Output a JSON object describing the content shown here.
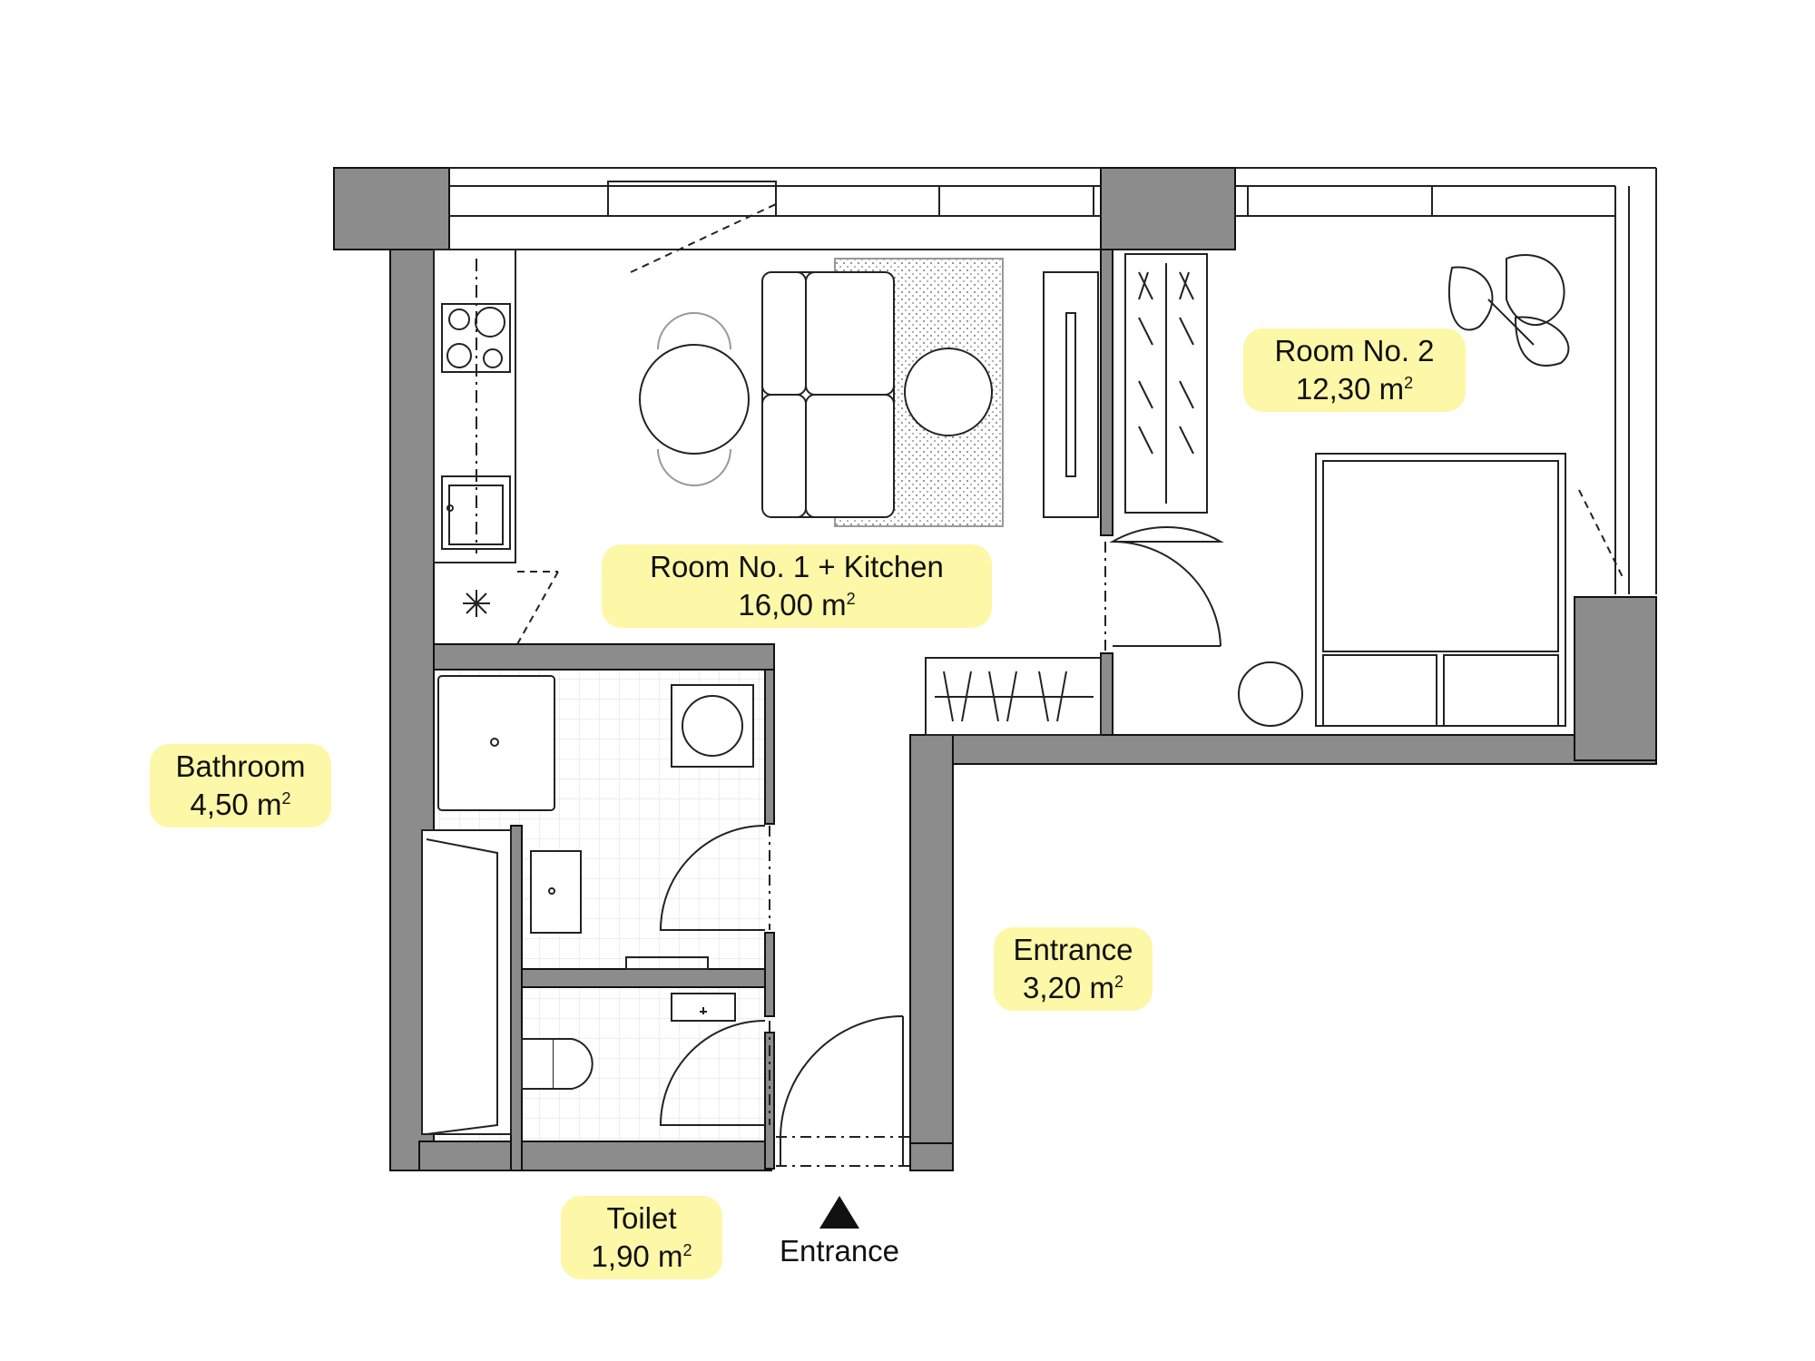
{
  "rooms": [
    {
      "id": "room1",
      "name": "Room No. 1 + Kitchen",
      "area": "16,00 m",
      "unit_sup": "2"
    },
    {
      "id": "room2",
      "name": "Room No. 2",
      "area": "12,30 m",
      "unit_sup": "2"
    },
    {
      "id": "bathroom",
      "name": "Bathroom",
      "area": "4,50 m",
      "unit_sup": "2"
    },
    {
      "id": "entrance",
      "name": "Entrance",
      "area": "3,20 m",
      "unit_sup": "2"
    },
    {
      "id": "toilet",
      "name": "Toilet",
      "area": "1,90 m",
      "unit_sup": "2"
    }
  ],
  "entrance_marker": {
    "label": "Entrance"
  },
  "colors": {
    "label_bg": "#fdf7a8",
    "wall": "#8c8c8c",
    "line": "#222222"
  }
}
